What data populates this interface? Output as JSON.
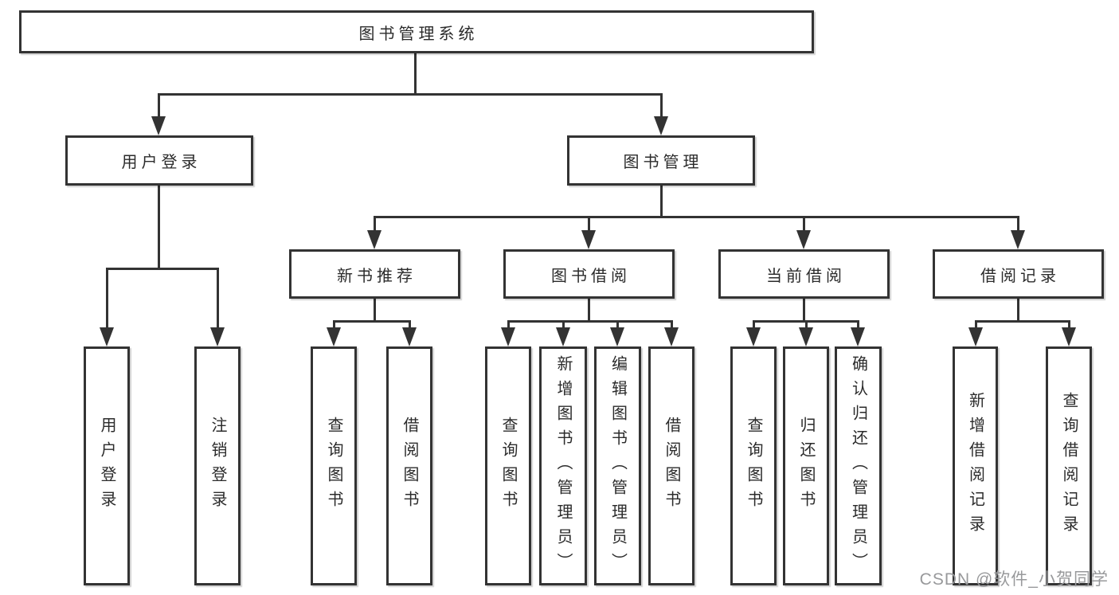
{
  "diagram": {
    "root": {
      "label": "图书管理系统"
    },
    "children": [
      {
        "label": "用户登录",
        "children": [
          {
            "label": "用户登录"
          },
          {
            "label": "注销登录"
          }
        ]
      },
      {
        "label": "图书管理",
        "children": [
          {
            "label": "新书推荐",
            "children": [
              {
                "label": "查询图书"
              },
              {
                "label": "借阅图书"
              }
            ]
          },
          {
            "label": "图书借阅",
            "children": [
              {
                "label": "查询图书"
              },
              {
                "label": "新增图书（管理员）"
              },
              {
                "label": "编辑图书（管理员）"
              },
              {
                "label": "借阅图书"
              }
            ]
          },
          {
            "label": "当前借阅",
            "children": [
              {
                "label": "查询图书"
              },
              {
                "label": "归还图书"
              },
              {
                "label": "确认归还（管理员）"
              }
            ]
          },
          {
            "label": "借阅记录",
            "children": [
              {
                "label": "新增借阅记录"
              },
              {
                "label": "查询借阅记录"
              }
            ]
          }
        ]
      }
    ]
  },
  "watermark": {
    "text": "CSDN @软件_小贺同学"
  },
  "colors": {
    "line": "#333333",
    "text": "#2b2b2b",
    "background": "#ffffff",
    "watermark": "#98999b"
  }
}
